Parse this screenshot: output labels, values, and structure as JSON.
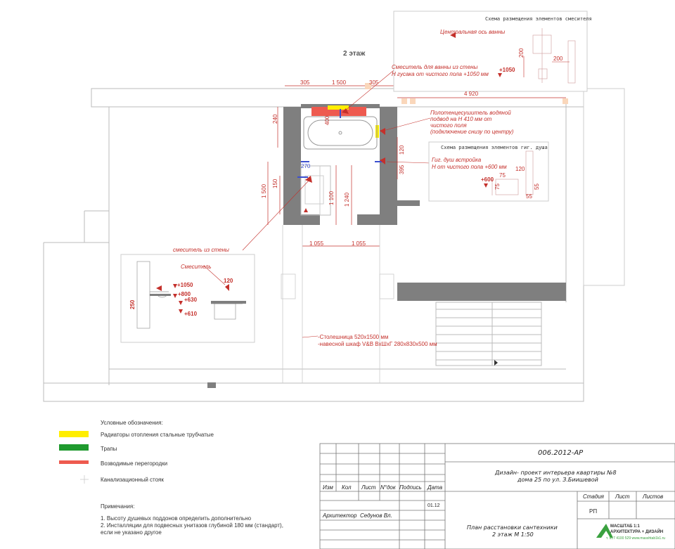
{
  "floor_title": "2 этаж",
  "mixer_scheme": {
    "title": "Схема размещения элементов смесителя",
    "axis_label": "Центральная ось ванны",
    "level": "+1050",
    "dim_200_a": "200",
    "dim_200_b": "200"
  },
  "bath_mixer_note": [
    "Смеситель для ванны из стены",
    "Н гусака от чистого пола +1050 мм"
  ],
  "towel_note": [
    "Полотенцесушитель водяной",
    "подвод на Н 410 мм от",
    "чистого поля",
    "(подключение снизу по центру)"
  ],
  "hyg_scheme": {
    "title": "Схема размещения элементов гиг. душа",
    "note": [
      "Гиг. душ встройка",
      "Н от чистого пола +600 мм"
    ],
    "level": "+600",
    "dim_120": "120",
    "dim_75_a": "75",
    "dim_75_b": "75",
    "dim_55_a": "55",
    "dim_55_b": "55"
  },
  "dims": {
    "top_305_left": "305",
    "top_1500": "1 500",
    "top_305_right": "305",
    "top_4920": "4 920",
    "d240": "240",
    "d400": "400",
    "d270": "270",
    "d120": "120",
    "d395": "395",
    "d1500_v": "1 500",
    "d150": "150",
    "d1100": "1 100",
    "d1240": "1 240",
    "d1055_a": "1 055",
    "d1055_b": "1 055"
  },
  "wall_mixer_note": "смеситель из стены",
  "detail": {
    "mixer_label": "Смеситель",
    "l1050": "+1050",
    "l800": "+800",
    "l630": "+630",
    "l610": "+610",
    "d250": "250",
    "d120": "120"
  },
  "furniture_note": [
    "-Столешница 520х1500 мм",
    "-навесной шкаф V&B ВхШхГ 280х830х500 мм"
  ],
  "legend": {
    "title": "Условные обозначения:",
    "items": [
      {
        "label": "Радиаторы отопления стальные трубчатые",
        "color": "#ffee00"
      },
      {
        "label": "Трапы",
        "color": "#1f9a2e"
      },
      {
        "label": "Возводимые перегородки",
        "color": "#ee5a4f"
      },
      {
        "label": "Канализационный стояк",
        "color": ""
      }
    ]
  },
  "notes": {
    "title": "Примечания:",
    "lines": [
      "1. Высоту душевых поддонов определить дополнительно",
      "2. Инсталляции для подвесных унитазов глубиной 180 мм (стандарт),",
      "если не указано другое"
    ]
  },
  "stamp": {
    "code": "006.2012-АР",
    "project_line1": "Дизайн- проект интерьера квартиры №8",
    "project_line2": "дома 25  по ул. З.Биишевой",
    "headers": [
      "Изм",
      "Кол",
      "Лист",
      "N°док",
      "Подпись",
      "Дата"
    ],
    "stage_headers": [
      "Стадия",
      "Лист",
      "Листов"
    ],
    "stage_value": "РП",
    "role": "Архитектор",
    "name": "Седунов Вл.",
    "date": "01.12",
    "sheet_title_1": "План расстановки сантехники",
    "sheet_title_2": "2 этаж  М 1:50",
    "company": "МАСШТАБ 1:1",
    "company_sub": "АРХИТЕКТУРА + ДИЗАЙН",
    "company_contact": "т. 917 4100 529   www.masshtab1k1.ru"
  }
}
